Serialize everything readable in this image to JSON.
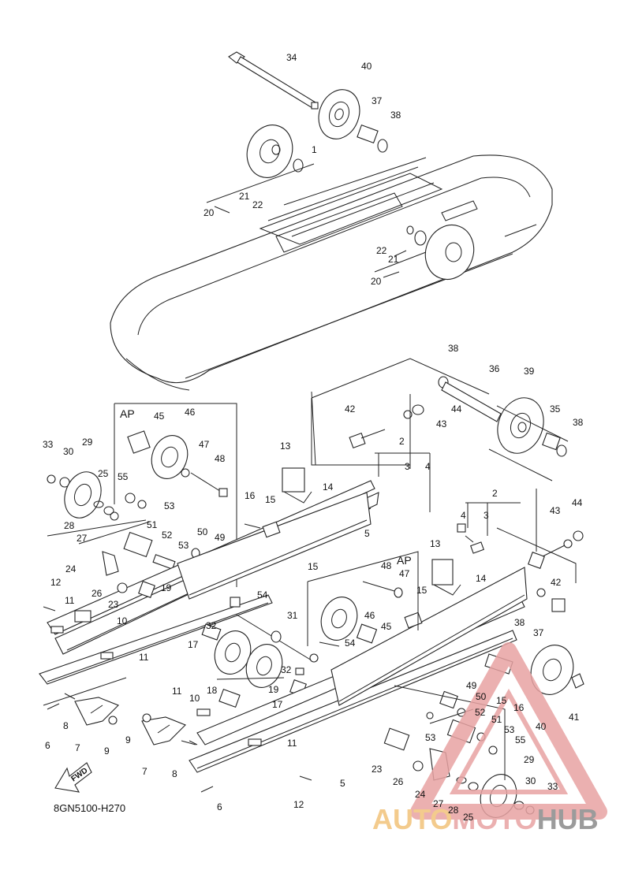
{
  "diagram_code": "8GN5100-H270",
  "frame_labels": {
    "upper_ap": "AP",
    "lower_ap": "AP"
  },
  "fwd_label": "FWD",
  "watermark": {
    "part1": "AUTO",
    "part2": "MOTO",
    "part3": "HUB",
    "color_red": "#e8a3a3",
    "color_orange": "#f2c27a",
    "color_gray": "#8a8a8a"
  },
  "callouts": [
    {
      "id": "c-34",
      "text": "34"
    },
    {
      "id": "c-40a",
      "text": "40"
    },
    {
      "id": "c-37a",
      "text": "37"
    },
    {
      "id": "c-38a",
      "text": "38"
    },
    {
      "id": "c-1",
      "text": "1"
    },
    {
      "id": "c-21a",
      "text": "21"
    },
    {
      "id": "c-22a",
      "text": "22"
    },
    {
      "id": "c-20a",
      "text": "20"
    },
    {
      "id": "c-22b",
      "text": "22"
    },
    {
      "id": "c-21b",
      "text": "21"
    },
    {
      "id": "c-20b",
      "text": "20"
    },
    {
      "id": "c-38b",
      "text": "38"
    },
    {
      "id": "c-36",
      "text": "36"
    },
    {
      "id": "c-39",
      "text": "39"
    },
    {
      "id": "c-42a",
      "text": "42"
    },
    {
      "id": "c-44a",
      "text": "44"
    },
    {
      "id": "c-43a",
      "text": "43"
    },
    {
      "id": "c-35",
      "text": "35"
    },
    {
      "id": "c-38c",
      "text": "38"
    },
    {
      "id": "c-45a",
      "text": "45"
    },
    {
      "id": "c-46a",
      "text": "46"
    },
    {
      "id": "c-47a",
      "text": "47"
    },
    {
      "id": "c-48a",
      "text": "48"
    },
    {
      "id": "c-55a",
      "text": "55"
    },
    {
      "id": "c-53a",
      "text": "53"
    },
    {
      "id": "c-51a",
      "text": "51"
    },
    {
      "id": "c-52a",
      "text": "52"
    },
    {
      "id": "c-50a",
      "text": "50"
    },
    {
      "id": "c-49a",
      "text": "49"
    },
    {
      "id": "c-53b",
      "text": "53"
    },
    {
      "id": "c-33a",
      "text": "33"
    },
    {
      "id": "c-30a",
      "text": "30"
    },
    {
      "id": "c-29a",
      "text": "29"
    },
    {
      "id": "c-25a",
      "text": "25"
    },
    {
      "id": "c-28a",
      "text": "28"
    },
    {
      "id": "c-27a",
      "text": "27"
    },
    {
      "id": "c-13a",
      "text": "13"
    },
    {
      "id": "c-14a",
      "text": "14"
    },
    {
      "id": "c-16a",
      "text": "16"
    },
    {
      "id": "c-15a",
      "text": "15"
    },
    {
      "id": "c-2a",
      "text": "2"
    },
    {
      "id": "c-3a",
      "text": "3"
    },
    {
      "id": "c-4a",
      "text": "4"
    },
    {
      "id": "c-5a",
      "text": "5"
    },
    {
      "id": "c-15b",
      "text": "15"
    },
    {
      "id": "c-24a",
      "text": "24"
    },
    {
      "id": "c-26a",
      "text": "26"
    },
    {
      "id": "c-19a",
      "text": "19"
    },
    {
      "id": "c-23a",
      "text": "23"
    },
    {
      "id": "c-54a",
      "text": "54"
    },
    {
      "id": "c-12a",
      "text": "12"
    },
    {
      "id": "c-11a",
      "text": "11"
    },
    {
      "id": "c-10a",
      "text": "10"
    },
    {
      "id": "c-32a",
      "text": "32"
    },
    {
      "id": "c-31",
      "text": "31"
    },
    {
      "id": "c-17a",
      "text": "17"
    },
    {
      "id": "c-11b",
      "text": "11"
    },
    {
      "id": "c-18",
      "text": "18"
    },
    {
      "id": "c-32b",
      "text": "32"
    },
    {
      "id": "c-19b",
      "text": "19"
    },
    {
      "id": "c-17b",
      "text": "17"
    },
    {
      "id": "c-11c",
      "text": "11"
    },
    {
      "id": "c-10b",
      "text": "10"
    },
    {
      "id": "c-11d",
      "text": "11"
    },
    {
      "id": "c-8a",
      "text": "8"
    },
    {
      "id": "c-6a",
      "text": "6"
    },
    {
      "id": "c-7a",
      "text": "7"
    },
    {
      "id": "c-9a",
      "text": "9"
    },
    {
      "id": "c-9b",
      "text": "9"
    },
    {
      "id": "c-7b",
      "text": "7"
    },
    {
      "id": "c-8b",
      "text": "8"
    },
    {
      "id": "c-6b",
      "text": "6"
    },
    {
      "id": "c-5b",
      "text": "5"
    },
    {
      "id": "c-12b",
      "text": "12"
    },
    {
      "id": "c-2b",
      "text": "2"
    },
    {
      "id": "c-4b",
      "text": "4"
    },
    {
      "id": "c-3b",
      "text": "3"
    },
    {
      "id": "c-43b",
      "text": "43"
    },
    {
      "id": "c-44b",
      "text": "44"
    },
    {
      "id": "c-42b",
      "text": "42"
    },
    {
      "id": "c-13b",
      "text": "13"
    },
    {
      "id": "c-15c",
      "text": "15"
    },
    {
      "id": "c-14b",
      "text": "14"
    },
    {
      "id": "c-48b",
      "text": "48"
    },
    {
      "id": "c-47b",
      "text": "47"
    },
    {
      "id": "c-46b",
      "text": "46"
    },
    {
      "id": "c-45b",
      "text": "45"
    },
    {
      "id": "c-54b",
      "text": "54"
    },
    {
      "id": "c-38d",
      "text": "38"
    },
    {
      "id": "c-37b",
      "text": "37"
    },
    {
      "id": "c-49b",
      "text": "49"
    },
    {
      "id": "c-50b",
      "text": "50"
    },
    {
      "id": "c-15d",
      "text": "15"
    },
    {
      "id": "c-16b",
      "text": "16"
    },
    {
      "id": "c-52b",
      "text": "52"
    },
    {
      "id": "c-51b",
      "text": "51"
    },
    {
      "id": "c-40b",
      "text": "40"
    },
    {
      "id": "c-41",
      "text": "41"
    },
    {
      "id": "c-53c",
      "text": "53"
    },
    {
      "id": "c-55b",
      "text": "55"
    },
    {
      "id": "c-53d",
      "text": "53"
    },
    {
      "id": "c-23b",
      "text": "23"
    },
    {
      "id": "c-26b",
      "text": "26"
    },
    {
      "id": "c-29b",
      "text": "29"
    },
    {
      "id": "c-24b",
      "text": "24"
    },
    {
      "id": "c-27b",
      "text": "27"
    },
    {
      "id": "c-30b",
      "text": "30"
    },
    {
      "id": "c-33b",
      "text": "33"
    },
    {
      "id": "c-28b",
      "text": "28"
    },
    {
      "id": "c-25b",
      "text": "25"
    }
  ]
}
